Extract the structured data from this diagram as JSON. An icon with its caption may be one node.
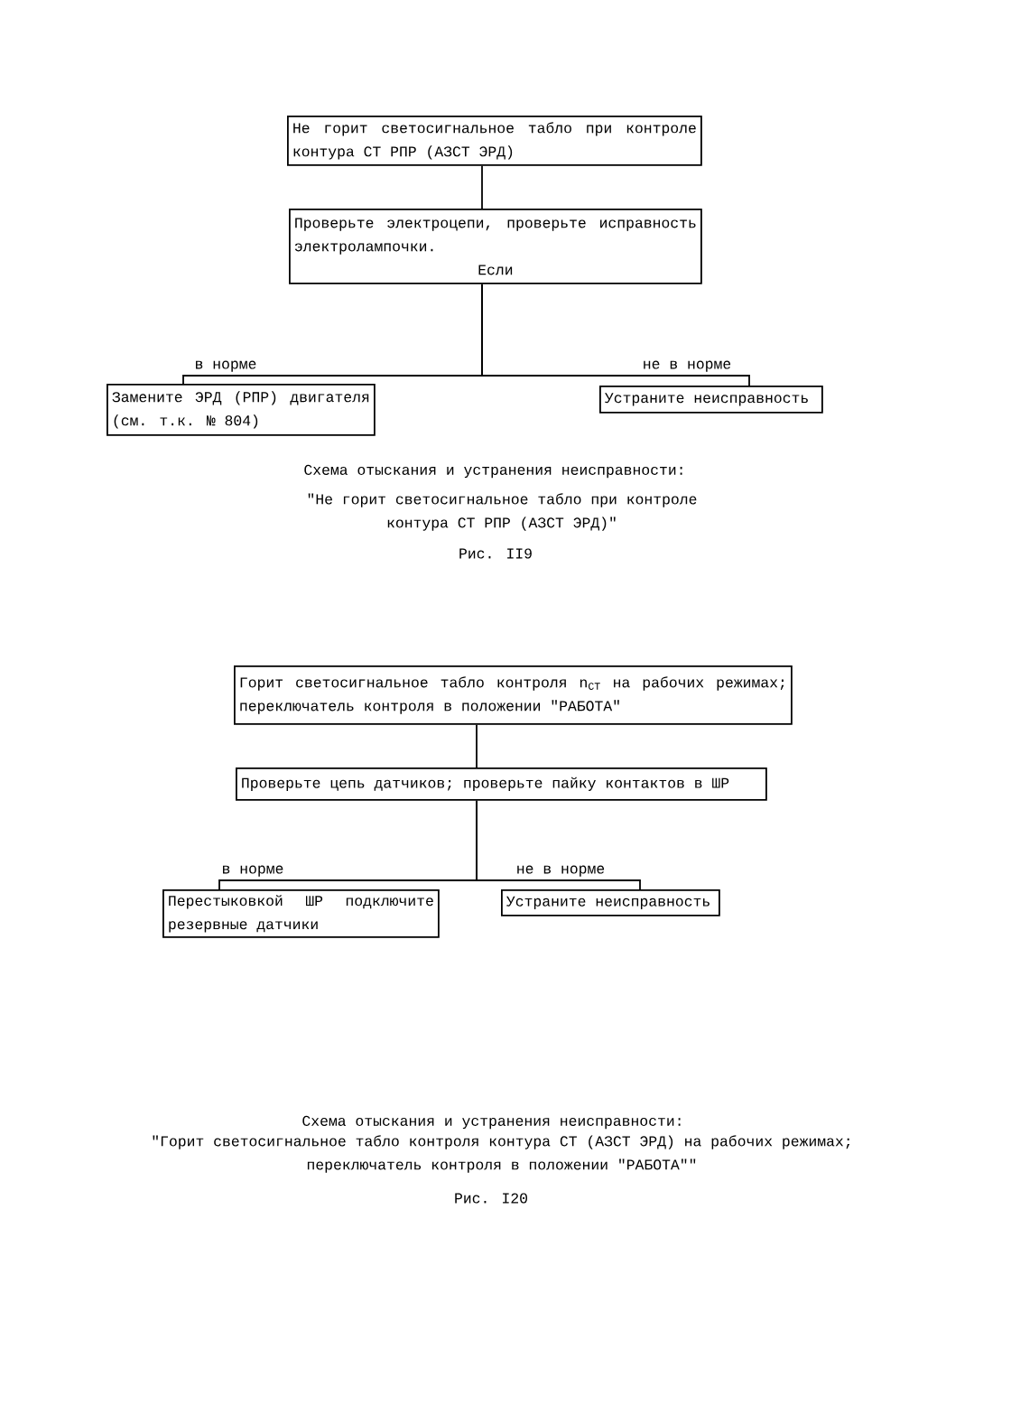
{
  "diagram": {
    "nodes": [
      {
        "text": [
          "Не горит светосигнальное табло при контроле контура СТ РПР (АЗСТ ЭРД)"
        ]
      },
      {
        "text": [
          "Проверьте электроцепи, проверьте исправность электролампочки.",
          "Если"
        ]
      },
      {
        "text": [
          "Замените ЭРД (РПР) двигателя (см. т.к. № 804)"
        ]
      },
      {
        "text": [
          "Устраните неисправность"
        ]
      },
      {
        "text": [
          "Горит светосигнальное табло контроля n$_{СТ}$ на рабочих режимах; переключатель контроля в положении \"РАБОТА\""
        ]
      },
      {
        "text": [
          "Проверьте цепь датчиков; проверьте пайку контактов в ШР"
        ]
      },
      {
        "text": [
          "Перестыковкой ШР подключите резервные датчики"
        ]
      },
      {
        "text": [
          "Устраните неисправность"
        ]
      }
    ],
    "edges": [
      {
        "from": 0,
        "to": 1,
        "arrow": "none"
      },
      {
        "from": 1,
        "to": 2,
        "arrow": "none",
        "label": "в норме"
      },
      {
        "from": 1,
        "to": 3,
        "arrow": "none",
        "label": "не в норме"
      },
      {
        "from": 4,
        "to": 5,
        "arrow": "none"
      },
      {
        "from": 5,
        "to": 6,
        "arrow": "none",
        "label": "в норме"
      },
      {
        "from": 5,
        "to": 7,
        "arrow": "none",
        "label": "не в норме"
      }
    ],
    "labels": [
      "Схема отыскания и устранения неисправности:",
      "\"Не горит светосигнальное табло при контроле контура СТ РПР (АЗСТ ЭРД)\"",
      "Рис. II9",
      "Схема отыскания и устранения неисправности:",
      "\"Горит светосигнальное табло контроля контура СТ (АЗСТ ЭРД) на рабочих режимах; переключатель контроля в положении \"РАБОТА\"\"",
      "Рис. I20"
    ]
  }
}
